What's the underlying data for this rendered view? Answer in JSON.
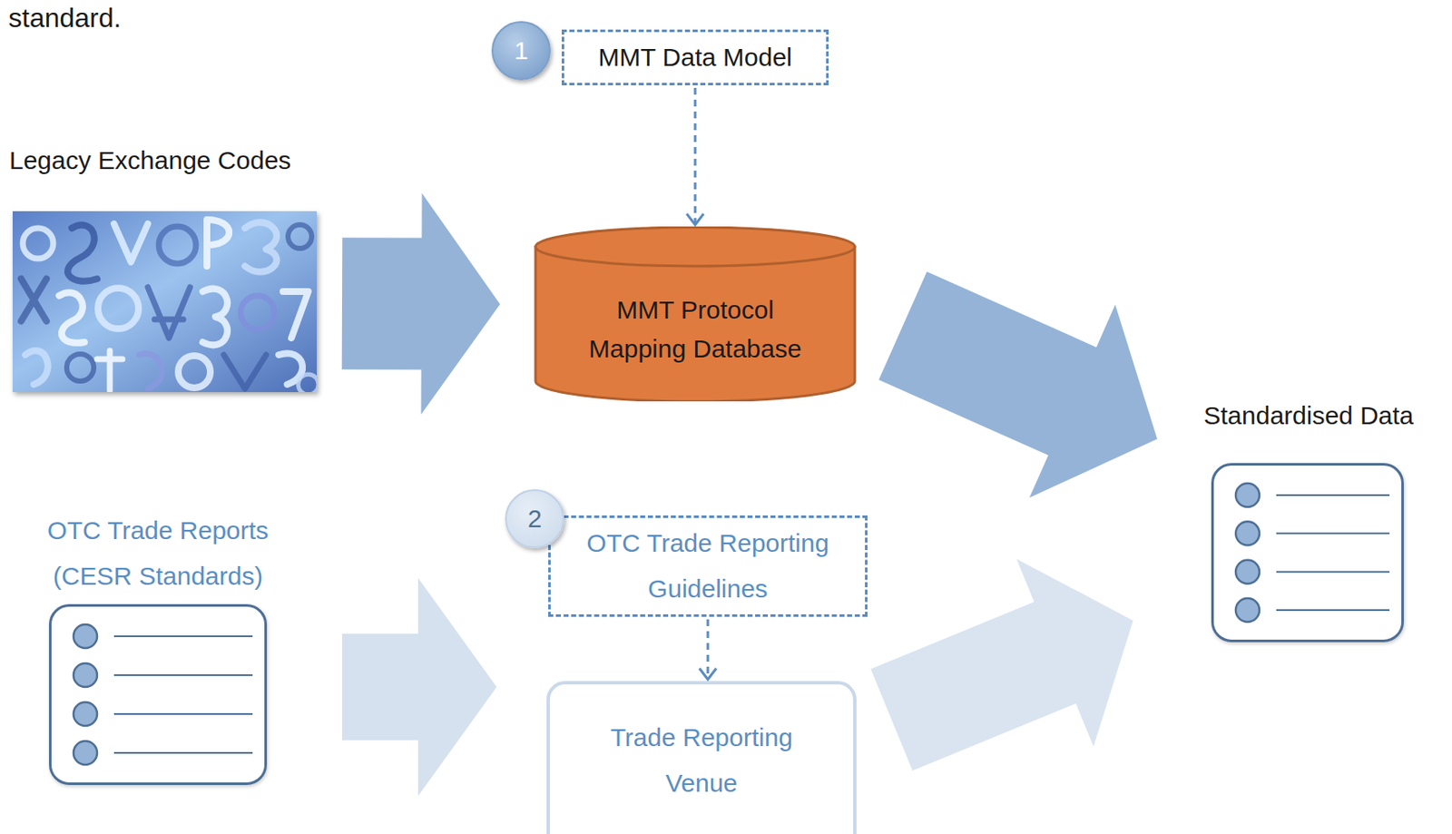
{
  "diagram": {
    "nodes": [
      {
        "text": [
          "MMT Data Model"
        ]
      },
      {
        "text": [
          "Legacy Exchange Codes"
        ]
      },
      {
        "text": [
          "MMT Protocol Mapping Database"
        ]
      },
      {
        "text": [
          "Standardised Data"
        ]
      },
      {
        "text": [
          "OTC Trade Reports (CESR Standards)"
        ]
      },
      {
        "text": [
          "OTC Trade Reporting Guidelines"
        ]
      },
      {
        "text": [
          "Trade Reporting Venue"
        ]
      }
    ],
    "edges": [
      {
        "from": 0,
        "to": 2,
        "arrow": "to"
      },
      {
        "from": 1,
        "to": 2,
        "arrow": "to"
      },
      {
        "from": 2,
        "to": 3,
        "arrow": "to"
      },
      {
        "from": 4,
        "to": 6,
        "arrow": "to"
      },
      {
        "from": 5,
        "to": 6,
        "arrow": "to"
      },
      {
        "from": 6,
        "to": 3,
        "arrow": "to"
      }
    ],
    "labels": [
      "standard.",
      "1",
      "2"
    ]
  }
}
